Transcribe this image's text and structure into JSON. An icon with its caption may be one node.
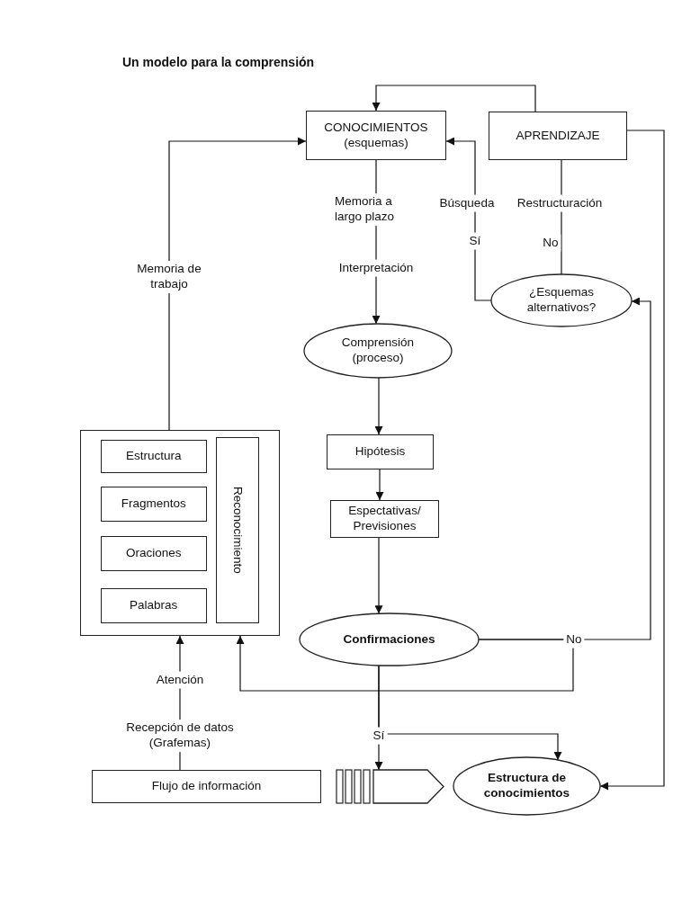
{
  "diagram": {
    "title": "Un modelo para la comprensión",
    "nodes": [
      {
        "text": [
          "CONOCIMIENTOS (esquemas)"
        ]
      },
      {
        "text": [
          "APRENDIZAJE"
        ]
      },
      {
        "text": [
          "¿Esquemas alternativos?"
        ]
      },
      {
        "text": [
          "Comprensión (proceso)"
        ]
      },
      {
        "text": [],
        "shape": "box"
      },
      {
        "text": [
          "Estructura"
        ],
        "in": 4
      },
      {
        "text": [
          "Fragmentos"
        ],
        "in": 4
      },
      {
        "text": [
          "Oraciones"
        ],
        "in": 4
      },
      {
        "text": [
          "Palabras"
        ],
        "in": 4
      },
      {
        "text": [
          "Reconocimiento"
        ],
        "in": 4
      },
      {
        "text": [
          "Hipótesis"
        ]
      },
      {
        "text": [
          "Espectativas/ Previsiones"
        ]
      },
      {
        "text": [
          "Confirmaciones"
        ]
      },
      {
        "text": [
          "Flujo de información"
        ]
      },
      {
        "text": [],
        "shape": "arrow"
      },
      {
        "text": [
          "Estructura de conocimientos"
        ]
      }
    ],
    "edges": [
      {
        "from": 1,
        "to": 0,
        "arrow": "to"
      },
      {
        "from": 4,
        "to": 0,
        "arrow": "to",
        "label": "Memoria de trabajo"
      },
      {
        "from": 0,
        "to": 3,
        "arrow": "to",
        "label": "Memoria a largo plazo"
      },
      {
        "from": 2,
        "to": 0,
        "arrow": "to",
        "label": "Búsqueda"
      },
      {
        "from": 2,
        "to": 1,
        "arrow": "none",
        "label": "Restructuración"
      },
      {
        "from": 1,
        "to": 15,
        "arrow": "to"
      },
      {
        "from": 3,
        "to": 10,
        "arrow": "to"
      },
      {
        "from": 10,
        "to": 11,
        "arrow": "to"
      },
      {
        "from": 11,
        "to": 12,
        "arrow": "to"
      },
      {
        "from": 12,
        "to": 2,
        "arrow": "to",
        "label": "No"
      },
      {
        "from": 12,
        "to": 4,
        "arrow": "to"
      },
      {
        "from": 12,
        "to": 14,
        "arrow": "to",
        "label": "Sí"
      },
      {
        "from": 12,
        "to": 15,
        "arrow": "to"
      },
      {
        "from": 13,
        "to": 4,
        "arrow": "to",
        "label": "Atención"
      }
    ],
    "labels": [
      "Interpretación",
      "Sí",
      "No",
      "Recepción de datos (Grafemas)"
    ]
  }
}
